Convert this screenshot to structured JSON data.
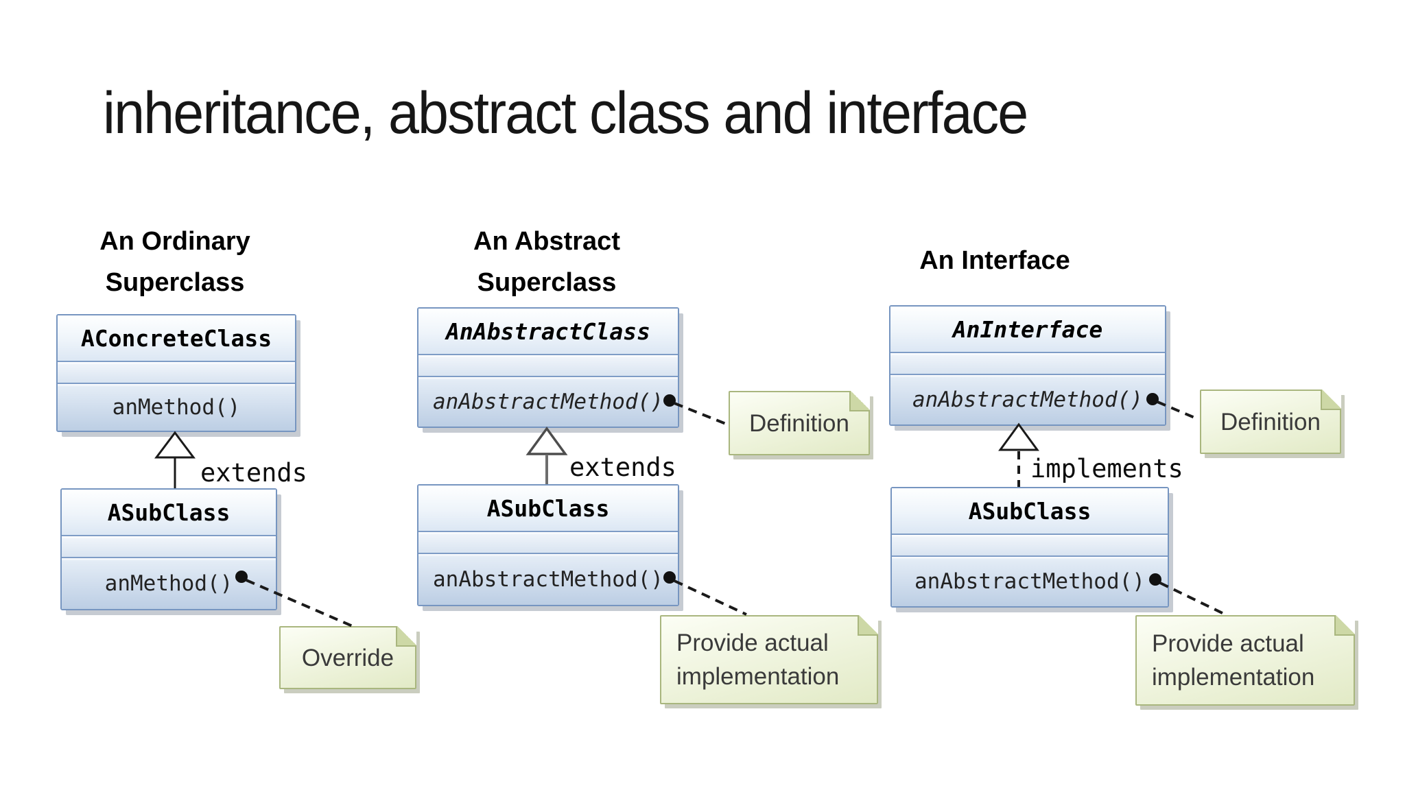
{
  "slide": {
    "title": "inheritance, abstract class and interface"
  },
  "columns": [
    {
      "header_lines": [
        "An Ordinary",
        "Superclass"
      ],
      "relation_label": "extends",
      "relation_type": "solid-generalization",
      "superclass": {
        "name": "AConcreteClass",
        "method": "anMethod()"
      },
      "subclass": {
        "name": "ASubClass",
        "method": "anMethod()"
      },
      "notes": {
        "override": {
          "lines": [
            "Override"
          ]
        }
      }
    },
    {
      "header_lines": [
        "An Abstract",
        "Superclass"
      ],
      "relation_label": "extends",
      "relation_type": "solid-generalization",
      "superclass": {
        "name": "AnAbstractClass",
        "method": "anAbstractMethod()"
      },
      "subclass": {
        "name": "ASubClass",
        "method": "anAbstractMethod()"
      },
      "notes": {
        "definition": {
          "lines": [
            "Definition"
          ]
        },
        "implementation": {
          "lines": [
            "Provide actual",
            "implementation"
          ]
        }
      }
    },
    {
      "header_lines": [
        "An Interface"
      ],
      "relation_label": "implements",
      "relation_type": "dashed-realization",
      "superclass": {
        "name": "AnInterface",
        "method": "anAbstractMethod()"
      },
      "subclass": {
        "name": "ASubClass",
        "method": "anAbstractMethod()"
      },
      "notes": {
        "definition": {
          "lines": [
            "Definition"
          ]
        },
        "implementation": {
          "lines": [
            "Provide actual",
            "implementation"
          ]
        }
      }
    }
  ],
  "colors": {
    "box_border": "#7695c0",
    "box_title_top": "#feffff",
    "box_title_bottom": "#dce7f4",
    "box_method_top": "#e6eef7",
    "box_method_bottom": "#bccee4",
    "note_border": "#a9b67e",
    "note_fill_top": "#fcfef5",
    "note_fill_bottom": "#e2eac6",
    "connector": "#1a1a1a"
  }
}
